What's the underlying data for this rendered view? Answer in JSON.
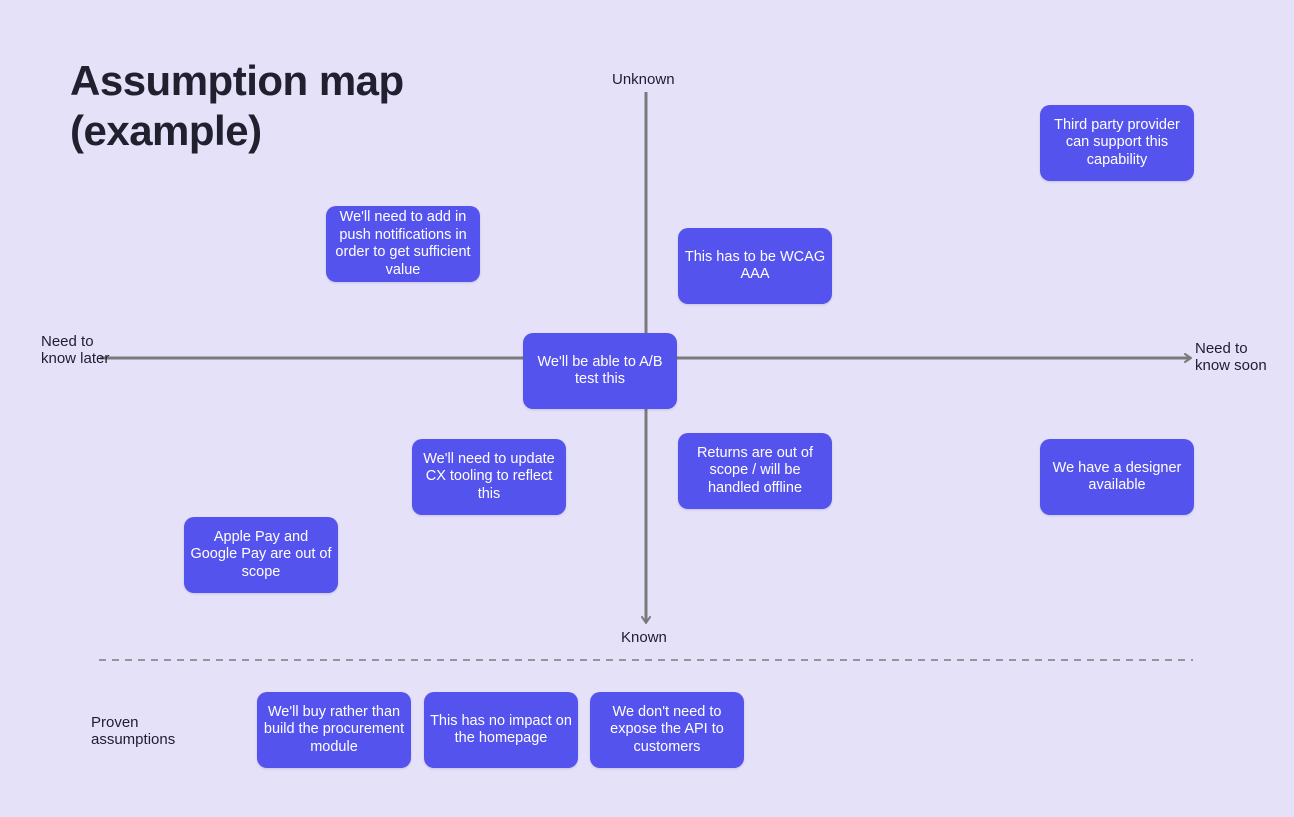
{
  "title": "Assumption map (example)",
  "axes": {
    "top": "Unknown",
    "bottom": "Known",
    "left": "Need to know later",
    "right": "Need to know soon"
  },
  "proven_label": "Proven assumptions",
  "colors": {
    "background": "#e5e1f9",
    "card": "#5553ee",
    "axis": "#7a7a7a"
  },
  "cards": {
    "third_party": "Third party provider can support this capability",
    "push_notifications": "We'll need to add in push notifications in order to get sufficient value",
    "wcag": "This has to be WCAG AAA",
    "ab_test": "We'll be able to A/B test this",
    "cx_tooling": "We'll need to update CX tooling to reflect this",
    "returns": "Returns are out of scope / will be handled offline",
    "designer": "We have a designer available",
    "apple_pay": "Apple Pay and Google Pay are out of scope"
  },
  "proven_cards": {
    "buy_rather": "We'll buy rather than build the procurement module",
    "homepage": "This has no impact on the homepage",
    "api": "We don't need to expose the API to customers"
  }
}
